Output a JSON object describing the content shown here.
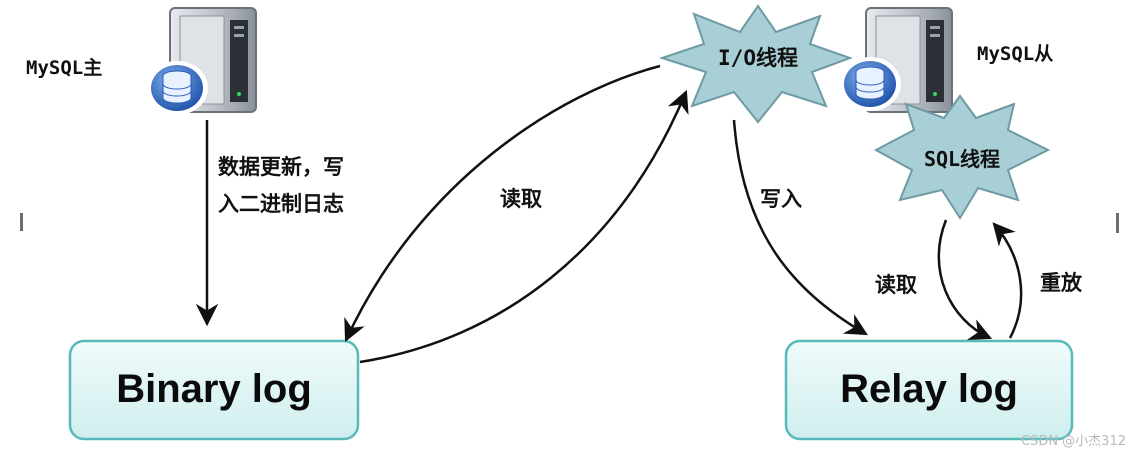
{
  "master": {
    "label": "MySQL主"
  },
  "slave": {
    "label": "MySQL从"
  },
  "io_thread": {
    "label": "I/O线程"
  },
  "sql_thread": {
    "label": "SQL线程"
  },
  "binary_log": {
    "label": "Binary log"
  },
  "relay_log": {
    "label": "Relay log"
  },
  "edges": {
    "update_write": [
      "数据更新，写",
      "入二进制日志"
    ],
    "io_read": "读取",
    "io_write": "写入",
    "sql_read": "读取",
    "sql_replay": "重放"
  },
  "watermark": "CSDN @小杰312",
  "colors": {
    "box_fill": "#dff5f5",
    "box_stroke": "#57b9b9",
    "star_fill": "#a9cfd6",
    "star_stroke": "#6e9aa3",
    "arrow": "#111111"
  }
}
